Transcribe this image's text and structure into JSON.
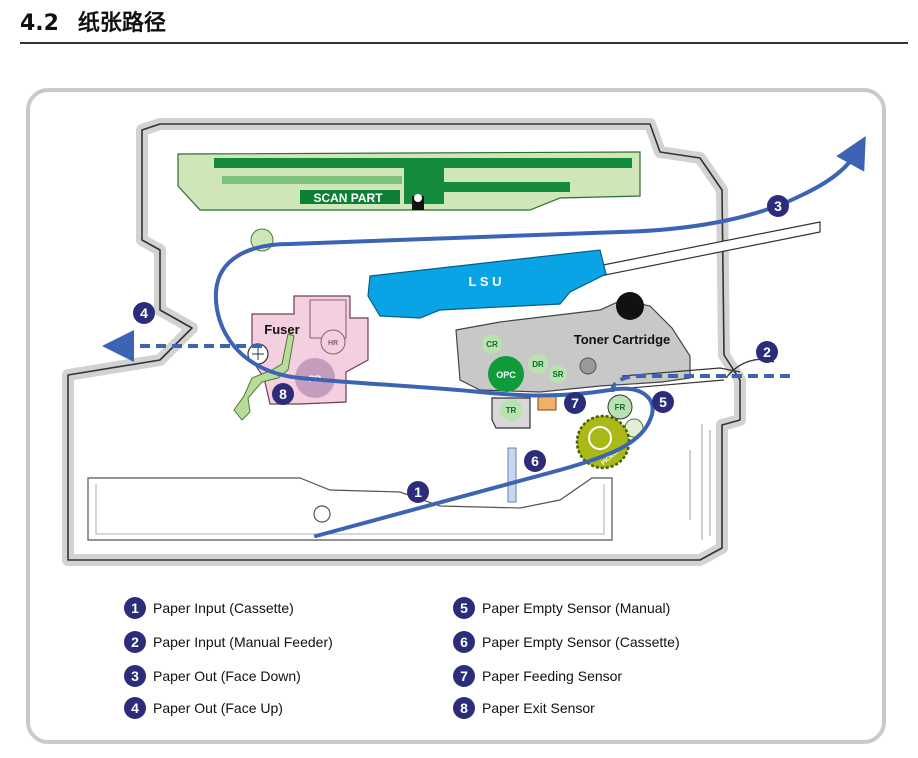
{
  "section": {
    "number": "4.2",
    "title": "纸张路径"
  },
  "labels": {
    "scan_part": "SCAN PART",
    "lsu": "L S U",
    "toner_cartridge": "Toner Cartridge",
    "fuser": "Fuser",
    "hr": "HR",
    "pr": "PR",
    "cr": "CR",
    "opc": "OPC",
    "dr": "DR",
    "sr": "SR",
    "tr": "TR",
    "fr": "FR",
    "pickup": "PICKUP"
  },
  "markers": {
    "m1": "1",
    "m2": "2",
    "m3": "3",
    "m4": "4",
    "m5": "5",
    "m6": "6",
    "m7": "7",
    "m8": "8"
  },
  "legend": [
    {
      "num": "1",
      "text": "Paper Input (Cassette)"
    },
    {
      "num": "2",
      "text": "Paper Input (Manual Feeder)"
    },
    {
      "num": "3",
      "text": "Paper Out (Face Down)"
    },
    {
      "num": "4",
      "text": "Paper Out (Face Up)"
    },
    {
      "num": "5",
      "text": "Paper Empty Sensor (Manual)"
    },
    {
      "num": "6",
      "text": "Paper Empty Sensor (Cassette)"
    },
    {
      "num": "7",
      "text": "Paper Feeding Sensor"
    },
    {
      "num": "8",
      "text": "Paper Exit Sensor"
    }
  ],
  "colors": {
    "path": "#3d64b4",
    "marker": "#2b2d7a",
    "lsu": "#0aa3e6",
    "scan_green": "#138a3c",
    "scan_light": "#cfe6b8",
    "fuser_pink": "#f4cfe0",
    "toner_gray": "#c8c8c8",
    "roller_green": "#b9e2b0",
    "opc_green": "#0f9b3a",
    "pickup_yellow": "#a9b915"
  }
}
